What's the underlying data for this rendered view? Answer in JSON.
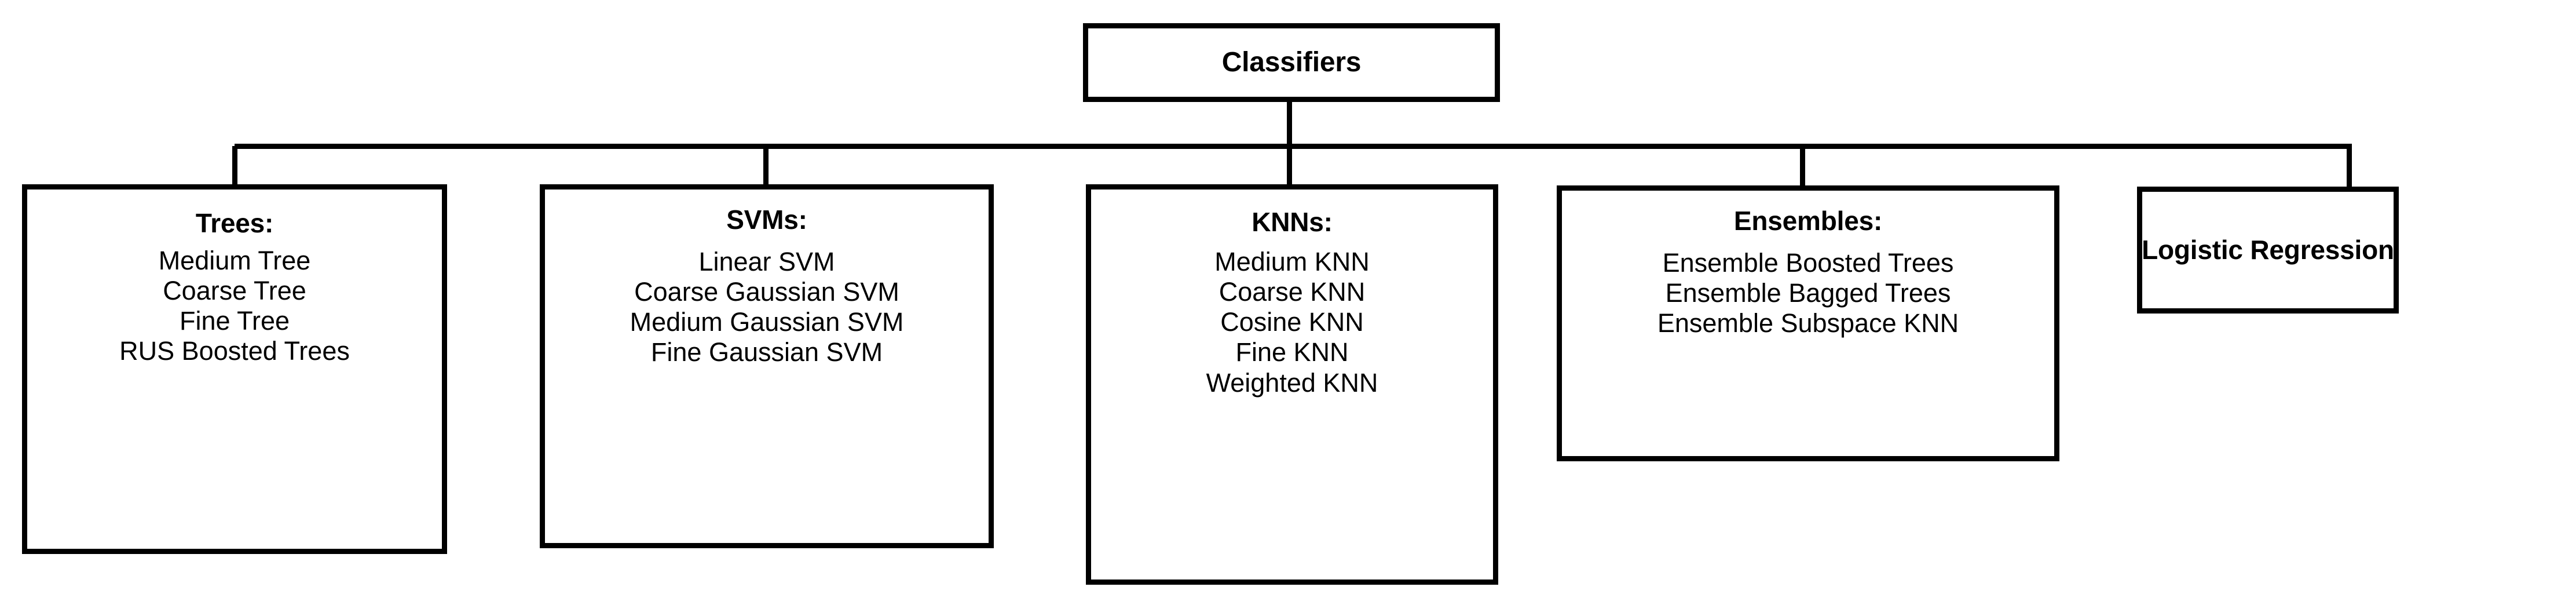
{
  "diagram": {
    "title": "Classifiers",
    "type": "hierarchy-tree",
    "orientation": "top-down",
    "line_color": "#000000",
    "box_border_color": "#000000",
    "box_fill_color": "#ffffff",
    "background_color": "#ffffff"
  },
  "root": {
    "label": "Classifiers"
  },
  "categories": [
    {
      "id": "trees",
      "title": "Trees:",
      "items": [
        "Medium Tree",
        "Coarse Tree",
        "Fine Tree",
        "RUS Boosted Trees"
      ]
    },
    {
      "id": "svms",
      "title": "SVMs:",
      "items": [
        "Linear SVM",
        "Coarse Gaussian SVM",
        "Medium Gaussian SVM",
        "Fine Gaussian SVM"
      ]
    },
    {
      "id": "knns",
      "title": "KNNs:",
      "items": [
        "Medium KNN",
        "Coarse KNN",
        "Cosine KNN",
        "Fine KNN",
        "Weighted KNN"
      ]
    },
    {
      "id": "ensembles",
      "title": "Ensembles:",
      "items": [
        "Ensemble Boosted Trees",
        "Ensemble Bagged Trees",
        "Ensemble Subspace KNN"
      ]
    },
    {
      "id": "logistic-regression",
      "title": "Logistic Regression",
      "items": []
    }
  ]
}
